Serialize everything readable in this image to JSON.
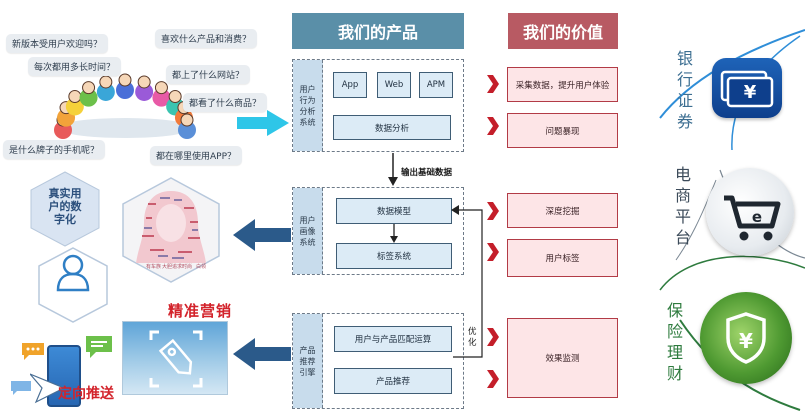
{
  "questions": [
    "新版本受用户欢迎吗？",
    "喜欢什么产品和消费？",
    "每次都用多长时间？",
    "都上了什么网站？",
    "都看了什么商品？",
    "是什么牌子的手机呢？",
    "都在哪里使用APP？"
  ],
  "headers": {
    "products": "我们的产品",
    "value": "我们的价值"
  },
  "systems": [
    {
      "label": "用户行为分析系统",
      "chips": [
        "App",
        "Web",
        "APM"
      ],
      "main": "数据分析"
    },
    {
      "label": "用户画像系统",
      "boxes": [
        "数据模型",
        "标签系统"
      ]
    },
    {
      "label": "产品推荐引擎",
      "boxes": [
        "用户与产品匹配运算",
        "产品推荐"
      ]
    }
  ],
  "flow": {
    "output_label": "输出基础数据",
    "optimize_label": "优化"
  },
  "values": [
    "采集数据，提升用户体验",
    "问题暴现",
    "深度挖掘",
    "用户标签",
    "效果监测"
  ],
  "left": {
    "digitize_label": "真实用户的数字化",
    "portrait_tags": [
      "有车族",
      "大胆追求时尚",
      "白领"
    ],
    "precision_label": "精准营销",
    "targeted_label": "定向推送"
  },
  "industries": [
    {
      "label": "银行证券",
      "icon": "yen-banknote-icon"
    },
    {
      "label": "电商平台",
      "icon": "shopping-cart-icon"
    },
    {
      "label": "保险理财",
      "icon": "yen-shield-icon"
    }
  ],
  "colors": {
    "products_header": "#5a8fa8",
    "value_header": "#b85a63",
    "chevron": "#c41e2a",
    "big_arrow": "#2b5a8a",
    "cyan_arrow": "#2ec6e8",
    "precision_red": "#d3232b"
  }
}
